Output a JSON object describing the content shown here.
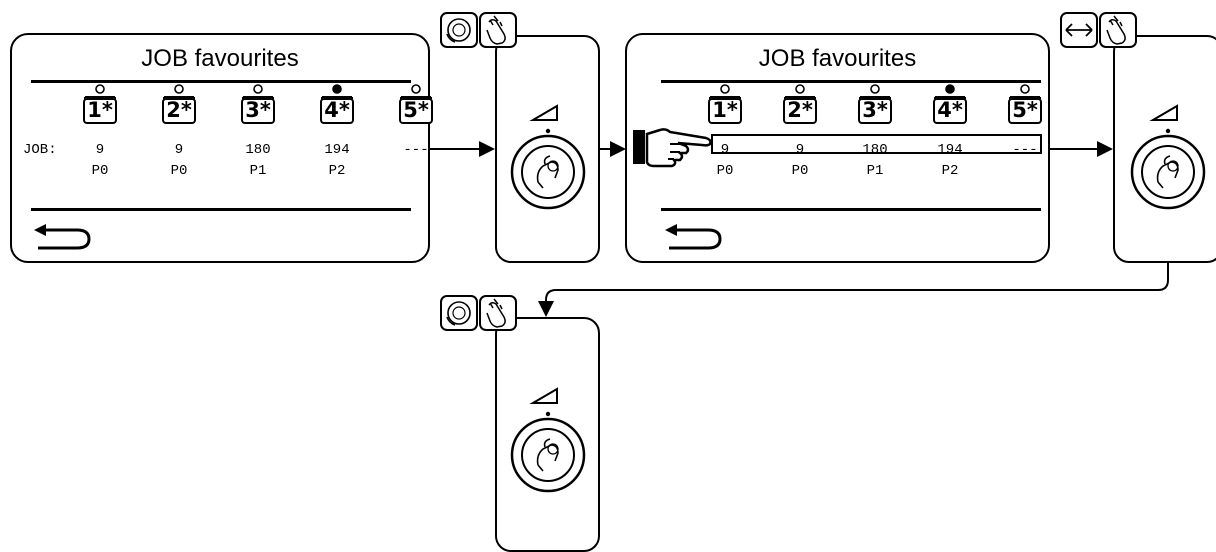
{
  "screen_left": {
    "title": "JOB favourites",
    "row_label": "JOB:",
    "slots": [
      {
        "label": "1*",
        "job": "9",
        "program": "P0",
        "marker": "open"
      },
      {
        "label": "2*",
        "job": "9",
        "program": "P0",
        "marker": "open"
      },
      {
        "label": "3*",
        "job": "180",
        "program": "P1",
        "marker": "open"
      },
      {
        "label": "4*",
        "job": "194",
        "program": "P2",
        "marker": "filled"
      },
      {
        "label": "5*",
        "job": "---",
        "program": "",
        "marker": "open"
      }
    ],
    "back_icon": "return-arrow-icon"
  },
  "screen_right": {
    "title": "JOB favourites",
    "slots": [
      {
        "label": "1*",
        "job": "9",
        "program": "P0",
        "marker": "open"
      },
      {
        "label": "2*",
        "job": "9",
        "program": "P0",
        "marker": "open"
      },
      {
        "label": "3*",
        "job": "180",
        "program": "P1",
        "marker": "open"
      },
      {
        "label": "4*",
        "job": "194",
        "program": "P2",
        "marker": "filled"
      },
      {
        "label": "5*",
        "job": "---",
        "program": "",
        "marker": "open"
      }
    ],
    "selected_row": "job",
    "back_icon": "return-arrow-icon"
  },
  "actions": [
    {
      "step": 1,
      "icons": [
        "rotate-knob-icon",
        "hand-touch-icon"
      ]
    },
    {
      "step": 2,
      "icons": [
        "double-arrow-icon",
        "hand-touch-icon"
      ]
    },
    {
      "step": 3,
      "icons": [
        "rotate-knob-icon",
        "hand-touch-icon"
      ]
    }
  ],
  "control_icons": [
    "ramp-icon",
    "push-turn-knob-icon"
  ],
  "pointer_icon": "pointing-hand-icon"
}
